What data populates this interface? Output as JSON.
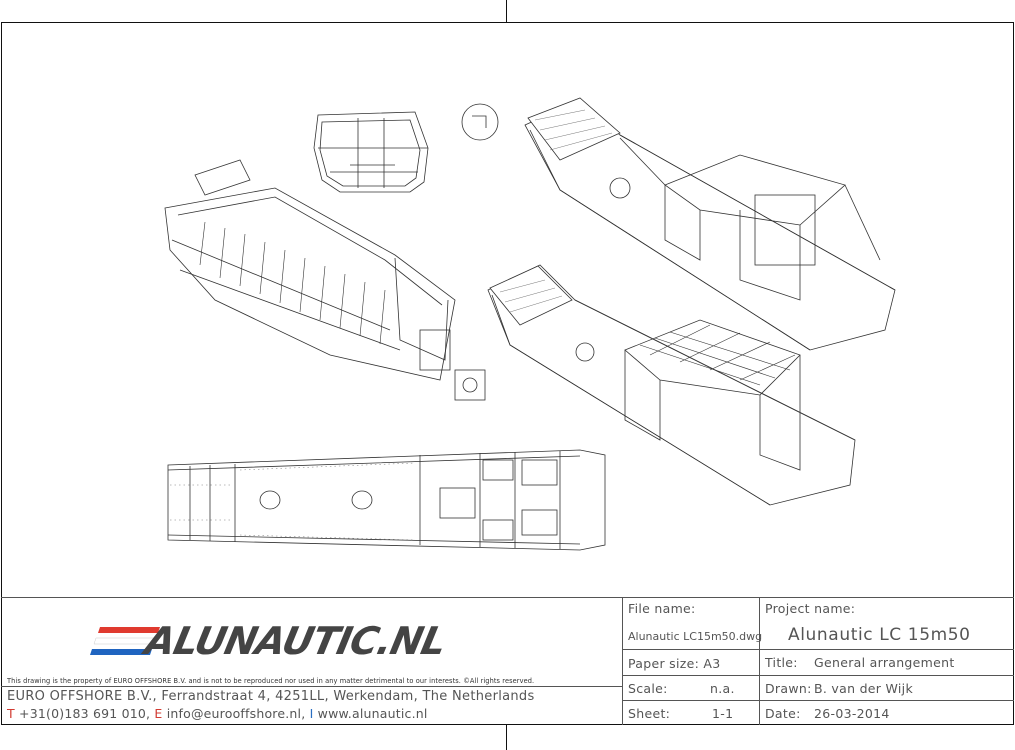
{
  "logo": {
    "text": "ALUNAUTIC.NL",
    "accent_red": "#e03a2f",
    "accent_blue": "#1f64c0",
    "wordmark_color": "#444444"
  },
  "disclaimer": "This drawing is the property of EURO OFFSHORE B.V. and is not to be reproduced nor used in any matter detrimental to our interests. ©All rights reserved.",
  "company": "EURO OFFSHORE B.V., Ferrandstraat 4, 4251LL, Werkendam, The Netherlands",
  "contact": {
    "phone_prefix": "T",
    "phone": "+31(0)183 691 010,",
    "email_prefix": "E",
    "email": "info@eurooffshore.nl,",
    "web_prefix": "I",
    "web": "www.alunautic.nl"
  },
  "title_block": {
    "file_name_label": "File name:",
    "file_name_value": "Alunautic LC15m50.dwg",
    "paper_size": "Paper size: A3",
    "scale_label": "Scale:",
    "scale_value": "n.a.",
    "sheet_label": "Sheet:",
    "sheet_value": "1-1",
    "project_name_label": "Project name:",
    "project_name_value": "Alunautic LC 15m50",
    "title_label": "Title:",
    "title_value": "General arrangement",
    "drawn_label": "Drawn:",
    "drawn_value": "B. van der Wijk",
    "date_label": "Date:",
    "date_value": "26-03-2014"
  }
}
